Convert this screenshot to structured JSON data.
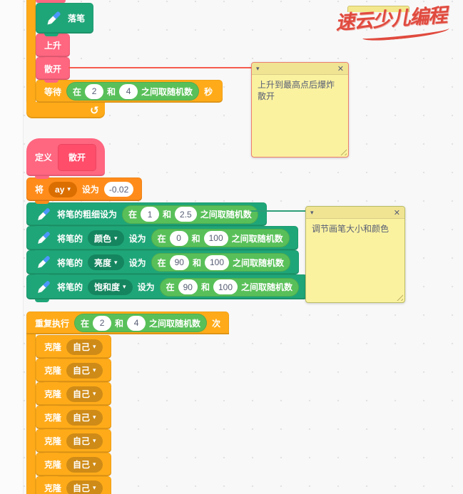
{
  "watermark": {
    "text": "速云少儿编程",
    "color": "#E04A3E"
  },
  "icons": {
    "dropdown_arrow": "▾",
    "collapse_arrow": "▾",
    "close": "✕",
    "loop_arrow": "↻"
  },
  "labels": {
    "pen_down": "落笔",
    "rise": "上升",
    "scatter": "散开",
    "wait": "等待",
    "seconds": "秒",
    "define": "定义",
    "define_name": "散开",
    "set": "将",
    "variable": "ay",
    "set_to": "设为",
    "variable_value": "-0.02",
    "pen_size_set": "将笔的粗细设为",
    "pen_attr_set": "将笔的",
    "attr_color": "颜色",
    "attr_brightness": "亮度",
    "attr_saturation": "饱和度",
    "repeat": "重复执行",
    "times": "次",
    "clone": "克隆",
    "clone_target": "自己",
    "rand_in": "在",
    "rand_and": "和",
    "rand_tail": "之间取随机数"
  },
  "randoms": {
    "wait": {
      "min": "2",
      "max": "4"
    },
    "size": {
      "min": "1",
      "max": "2.5"
    },
    "color": {
      "min": "0",
      "max": "100"
    },
    "brightness": {
      "min": "90",
      "max": "100"
    },
    "saturation": {
      "min": "90",
      "max": "100"
    },
    "repeat": {
      "min": "2",
      "max": "4"
    }
  },
  "notes": [
    {
      "text": "上升到最高点后爆炸散开",
      "border_color": "#EB7E6F"
    },
    {
      "text": "调节画笔大小和颜色",
      "border_color": "#B9BC66"
    }
  ],
  "colors": {
    "control": "#FFAB19",
    "variables": "#FF8C1A",
    "custom_block": "#FF6680",
    "pen": "#1FA678",
    "operator": "#59C059",
    "note_bg": "#FBF2A0",
    "workspace_bg": "#F8F8F8"
  }
}
